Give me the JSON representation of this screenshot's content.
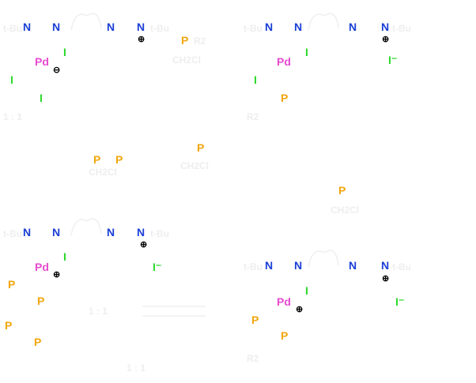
{
  "colors": {
    "nitrogen": "#1a3fd6",
    "palladium": "#e84ad0",
    "iodine": "#2bd92b",
    "phosphorus": "#f2a60d",
    "ghost": "#eeeeee",
    "charge": "#000000"
  },
  "atoms": {
    "n": "N",
    "pd": "Pd",
    "i": "I",
    "p": "P",
    "iodide": "I⁻",
    "positive_charge": "⊕",
    "negative_charge": "⊖"
  },
  "ghost_fragments": {
    "tbu": "t-Bu",
    "ring_bridge": "(CH2)",
    "tail": "t-Bu",
    "pr2": "R2",
    "ch2cl2": "CH2Cl",
    "ratio": "1 : 1"
  }
}
